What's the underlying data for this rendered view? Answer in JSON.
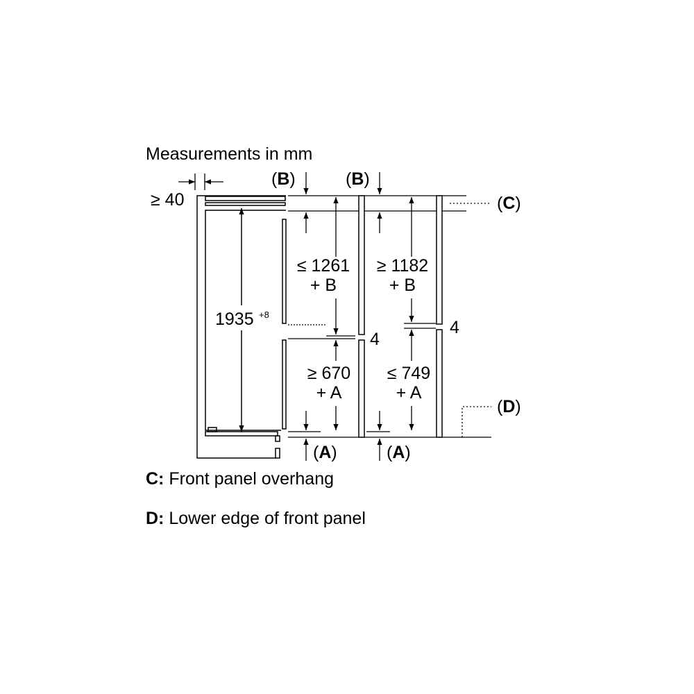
{
  "title": "Measurements in mm",
  "labels": {
    "min_side_gap": "≥ 40",
    "b_left": "B",
    "b_right": "B",
    "c_marker": "C",
    "d_marker": "D",
    "a_left": "A",
    "a_right": "A",
    "height_main": "1935",
    "height_main_tolerance": "+8",
    "upper_left_line1": "≤ 1261",
    "upper_left_line2": "+ B",
    "upper_right_line1": "≥ 1182",
    "upper_right_line2": "+ B",
    "lower_left_line1": "≥ 670",
    "lower_left_line2": "+ A",
    "lower_right_line1": "≤ 749",
    "lower_right_line2": "+ A",
    "gap_left": "4",
    "gap_right": "4"
  },
  "legend": [
    {
      "key": "C:",
      "text": "Front panel overhang"
    },
    {
      "key": "D:",
      "text": "Lower edge of front panel"
    }
  ]
}
